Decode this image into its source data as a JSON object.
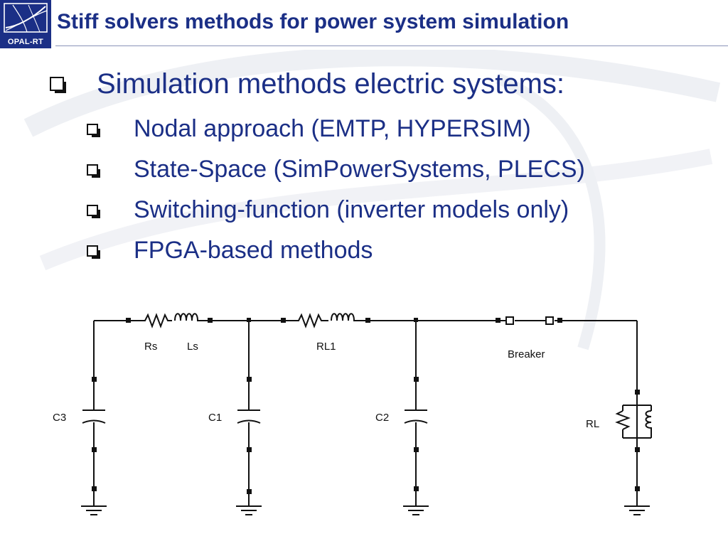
{
  "header": {
    "title": "Stiff solvers methods for power system simulation",
    "logo_text": "OPAL-RT",
    "brand_color": "#1b2f86"
  },
  "bullets": {
    "main": "Simulation methods electric systems:",
    "sub": [
      "Nodal approach (EMTP, HYPERSIM)",
      "State-Space (SimPowerSystems, PLECS)",
      "Switching-function (inverter models only)",
      "FPGA-based methods"
    ],
    "bullet_icon": "square-checkbox-bullet-icon"
  },
  "circuit": {
    "labels": {
      "rs": "Rs",
      "ls": "Ls",
      "rl1": "RL1",
      "breaker": "Breaker",
      "c3": "C3",
      "c1": "C1",
      "c2": "C2",
      "rl": "RL"
    }
  }
}
